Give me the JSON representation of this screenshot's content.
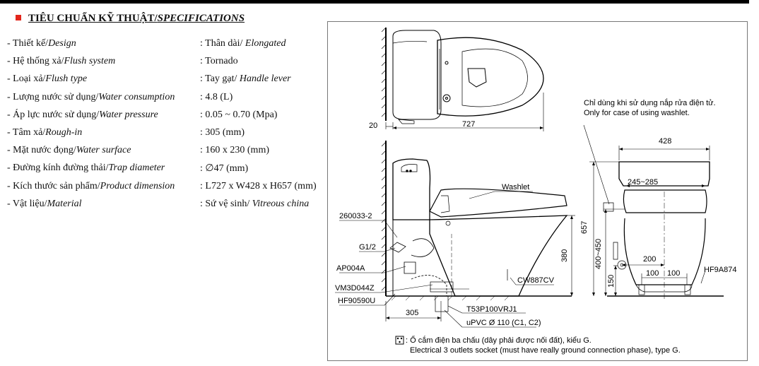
{
  "heading": {
    "vi": "TIÊU CHUẨN KỸ THUẬT/",
    "en": "SPECIFICATIONS"
  },
  "specs": [
    {
      "vi": "- Thiết kế/",
      "en": "Design",
      "val_vi": ": Thân dài/",
      "val_en": "Elongated"
    },
    {
      "vi": "- Hệ thống xả/",
      "en": "Flush system",
      "val_vi": ": Tornado",
      "val_en": ""
    },
    {
      "vi": "- Loại xả/",
      "en": "Flush type",
      "val_vi": ": Tay gạt/",
      "val_en": "Handle lever"
    },
    {
      "vi": "- Lượng nước sử dụng/",
      "en": "Water consumption",
      "val_vi": ": 4.8 (L)",
      "val_en": ""
    },
    {
      "vi": "- Áp lực nước sử dụng/",
      "en": "Water pressure",
      "val_vi": ": 0.05 ~ 0.70 (Mpa)",
      "val_en": ""
    },
    {
      "vi": "- Tâm xả/",
      "en": "Rough-in",
      "val_vi": ": 305 (mm)",
      "val_en": ""
    },
    {
      "vi": "- Mặt nước đọng/",
      "en": "Water surface",
      "val_vi": ": 160 x 230 (mm)",
      "val_en": ""
    },
    {
      "vi": "- Đường kính đường thải/",
      "en": "Trap diameter",
      "val_vi": ": ∅47 (mm)",
      "val_en": ""
    },
    {
      "vi": "- Kích thước sản phẩm/",
      "en": "Product dimension",
      "val_vi": ": L727 x W428 x H657 (mm)",
      "val_en": ""
    },
    {
      "vi": "- Vật liệu/",
      "en": "Material",
      "val_vi": ": Sứ vệ sinh/",
      "val_en": "Vitreous china"
    }
  ],
  "drawing": {
    "dim_20": "20",
    "dim_727": "727",
    "dim_428": "428",
    "dim_245_285": "245~285",
    "dim_657": "657",
    "dim_400_450": "400~450",
    "dim_380": "380",
    "dim_200": "200",
    "dim_100_a": "100",
    "dim_100_b": "100",
    "dim_150": "150",
    "dim_305": "305",
    "washlet": "Washlet",
    "part_260033": "260033-2",
    "part_g12": "G1/2",
    "part_ap004a": "AP004A",
    "part_vm3d": "VM3D044Z",
    "part_hf90590u": "HF90590U",
    "part_cw887cv": "CW887CV",
    "part_t53": "T53P100VRJ1",
    "part_upvc": "uPVC Ø 110 (C1, C2)",
    "part_hf9a874": "HF9A874",
    "note_vi": "Chỉ dùng khi sử dụng nắp rửa điện tử.",
    "note_en": "Only for case of using washlet.",
    "socket_vi": ": Ổ cắm điện ba chấu (dây phải được nối đất), kiểu G.",
    "socket_en": "Electrical 3 outlets socket (must have really ground connection phase), type G."
  },
  "colors": {
    "accent_square": "#e3261c",
    "line": "#000000"
  }
}
